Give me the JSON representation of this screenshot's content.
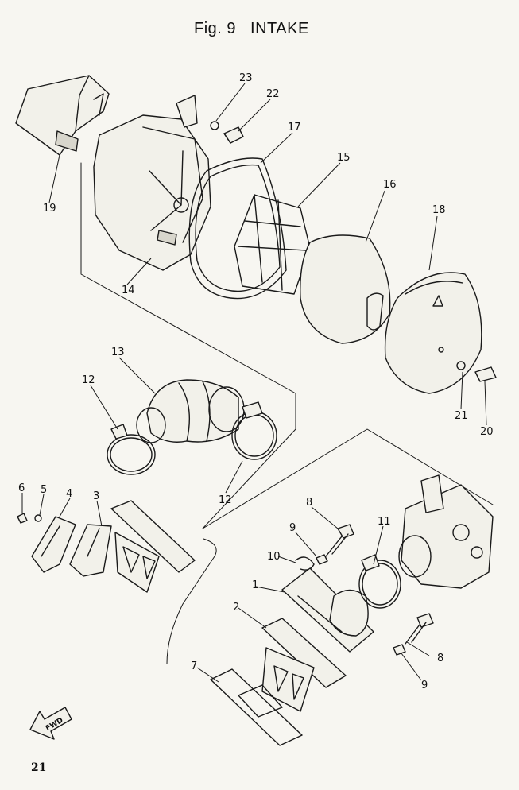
{
  "figure": {
    "number": "Fig. 9",
    "title": "INTAKE"
  },
  "page_number": "21",
  "fwd_mark": "FWD",
  "callouts": [
    "23",
    "22",
    "17",
    "15",
    "16",
    "18",
    "19",
    "14",
    "13",
    "12",
    "12",
    "21",
    "20",
    "6",
    "5",
    "4",
    "3",
    "8",
    "9",
    "11",
    "10",
    "1",
    "2",
    "8",
    "9",
    "7"
  ]
}
